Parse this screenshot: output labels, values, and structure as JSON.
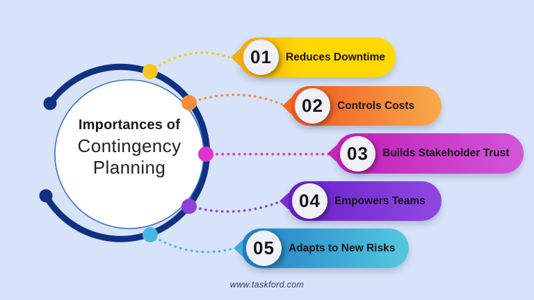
{
  "title": {
    "line1": "Importances of",
    "line2": "Contingency",
    "line3": "Planning"
  },
  "items": [
    {
      "number": "01",
      "label": "Reduces Downtime",
      "gradient_start": "#f7a60f",
      "gradient_end": "#ffd802",
      "gradient_end_stop": "40%",
      "tail_color": "#f3b013",
      "dot_color": "#fcc71a"
    },
    {
      "number": "02",
      "label": "Controls Costs",
      "gradient_start": "#f1541f",
      "gradient_end": "#f9ab4b",
      "tail_color": "#f26a1f",
      "dot_color": "#f78d3c"
    },
    {
      "number": "03",
      "label": "Builds Stakeholder Trust",
      "gradient_start": "#c21db6",
      "gradient_end": "#d256da",
      "tail_color": "#c427ba",
      "dot_color": "#dc33cb"
    },
    {
      "number": "04",
      "label": "Empowers Teams",
      "gradient_start": "#671fc9",
      "gradient_end": "#9148e2",
      "tail_color": "#7b2cd3",
      "dot_color": "#8b42da"
    },
    {
      "number": "05",
      "label": "Adapts to New Risks",
      "gradient_start": "#1f7dc7",
      "gradient_end": "#55c9de",
      "tail_color": "#42aadb",
      "dot_color": "#46b9e2"
    }
  ],
  "footer": {
    "url": "www.taskford.com"
  },
  "colors": {
    "background": "#d7e3f8",
    "arc_navy": "#0f3183",
    "hub_fill": "#ffffff",
    "hub_border": "#3a70c2",
    "title_text": "#1a1a1a",
    "label_text": "#141414"
  }
}
